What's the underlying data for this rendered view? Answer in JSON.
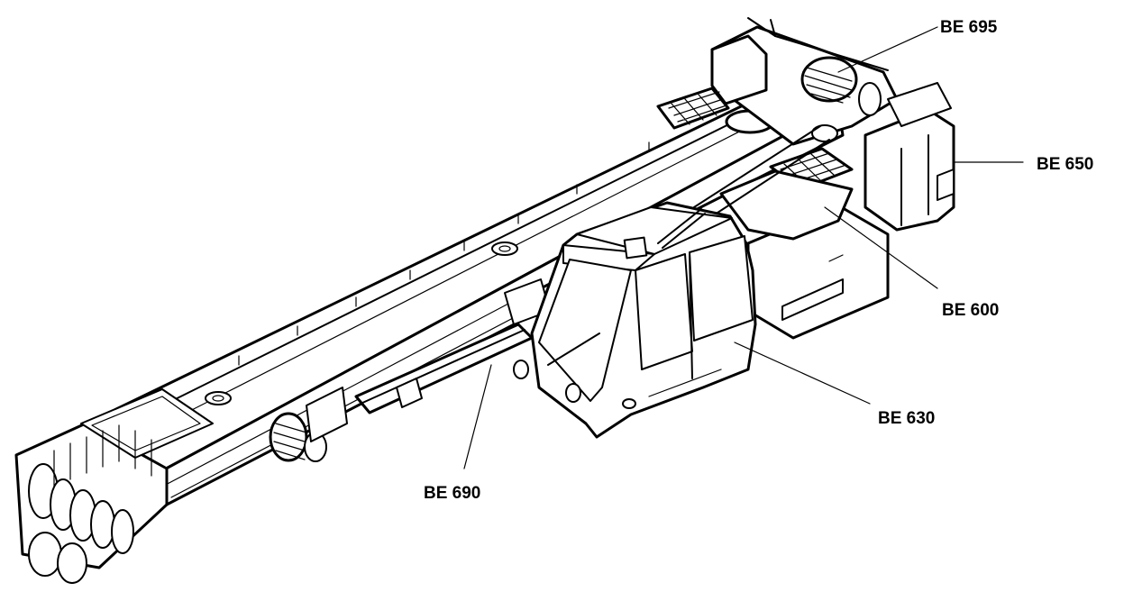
{
  "callouts": {
    "be695": "BE 695",
    "be650": "BE 650",
    "be600": "BE 600",
    "be630": "BE 630",
    "be690": "BE 690"
  }
}
